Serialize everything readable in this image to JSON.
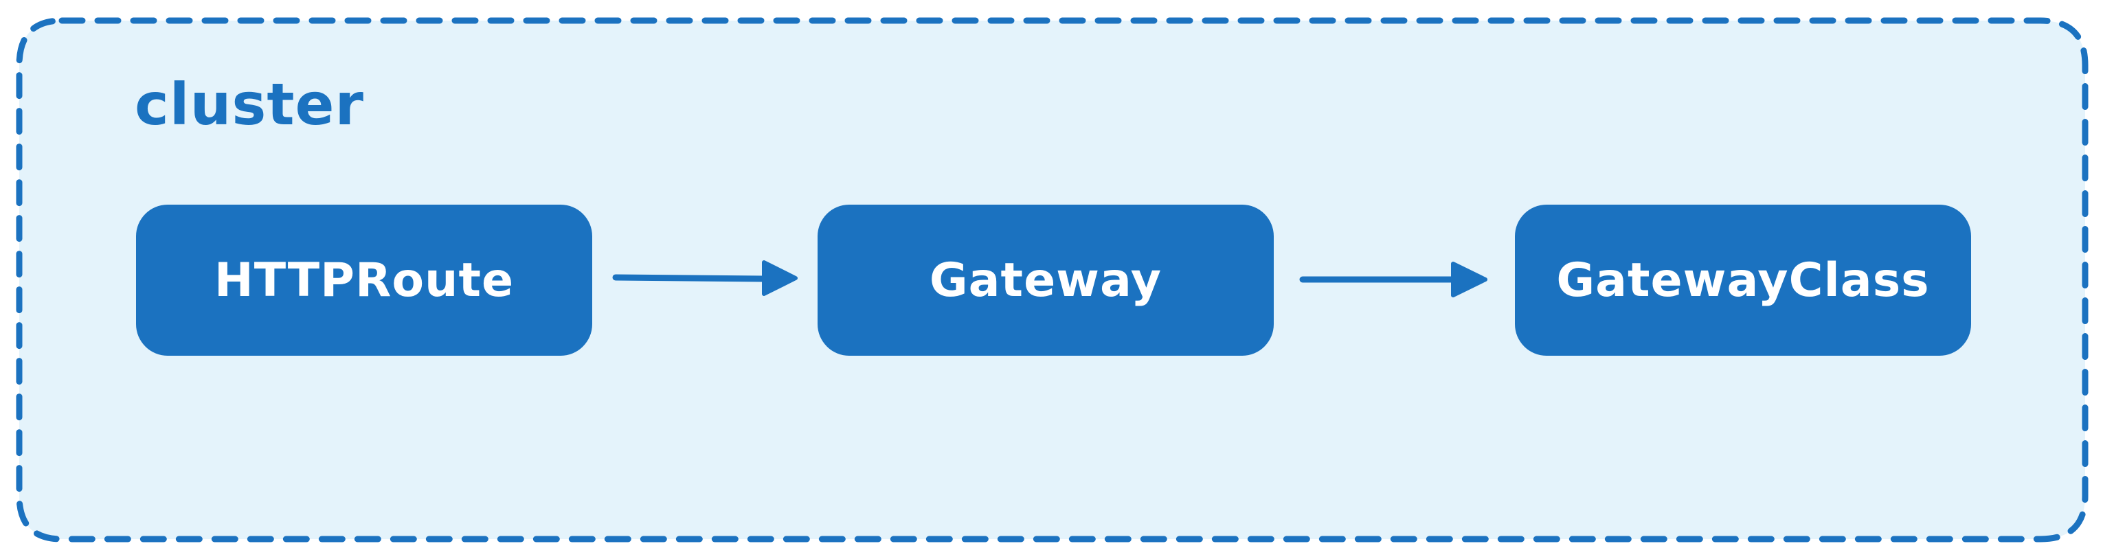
{
  "colors": {
    "cluster_fill": "#e4f3fb",
    "cluster_border": "#1b72c0",
    "node_fill": "#1b72c0",
    "node_text": "#ffffff",
    "arrow": "#1b72c0",
    "label": "#1b72c0"
  },
  "cluster": {
    "label": "cluster"
  },
  "nodes": [
    {
      "id": "httproute",
      "label": "HTTPRoute"
    },
    {
      "id": "gateway",
      "label": "Gateway"
    },
    {
      "id": "gatewayclass",
      "label": "GatewayClass"
    }
  ],
  "edges": [
    {
      "from": "httproute",
      "to": "gateway"
    },
    {
      "from": "gateway",
      "to": "gatewayclass"
    }
  ]
}
